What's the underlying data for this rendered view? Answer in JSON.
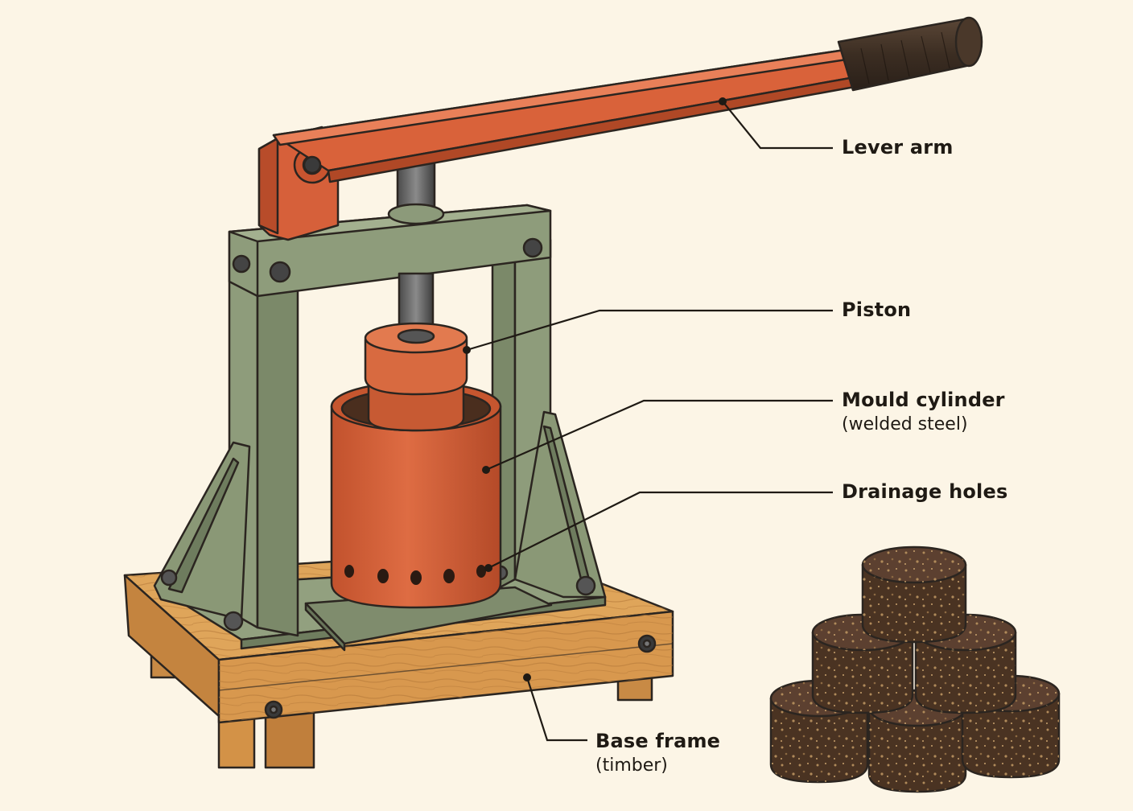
{
  "labels": {
    "lever_arm": {
      "title": "Lever arm",
      "subtitle": ""
    },
    "piston": {
      "title": "Piston",
      "subtitle": ""
    },
    "mould_cylinder": {
      "title": "Mould cylinder",
      "subtitle": "(welded steel)"
    },
    "drainage_holes": {
      "title": "Drainage holes",
      "subtitle": ""
    },
    "base_frame": {
      "title": "Base frame",
      "subtitle": "(timber)"
    }
  },
  "colors": {
    "background": "#fcf5e6",
    "lever_orange": "#d9623a",
    "frame_green": "#8b9a78",
    "timber": "#d79a52",
    "briquette": "#4a3322",
    "outline": "#2b2520"
  },
  "briquette_count": 6
}
